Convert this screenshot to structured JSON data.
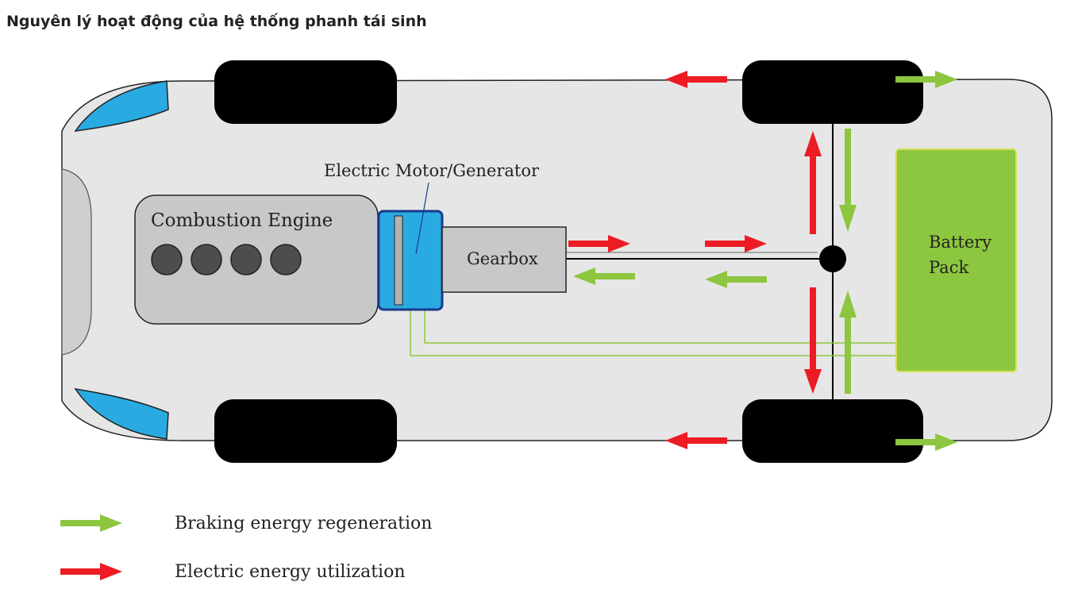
{
  "page": {
    "title": "Nguyên lý hoạt động của hệ thống phanh tái sinh"
  },
  "diagram": {
    "components": {
      "motor_label": "Electric Motor/Generator",
      "engine_label": "Combustion Engine",
      "gearbox_label": "Gearbox",
      "battery_label_line1": "Battery",
      "battery_label_line2": "Pack"
    },
    "legend": {
      "regen_label": "Braking energy regeneration",
      "utilization_label": "Electric energy utilization"
    },
    "colors": {
      "regen_arrow": "#8dc63f",
      "utilization_arrow": "#ed1c24",
      "battery": "#8dc63f",
      "motor": "#29abe2",
      "body": "#e6e6e6",
      "engine": "#c8c8c8",
      "wheel": "#000000"
    }
  }
}
